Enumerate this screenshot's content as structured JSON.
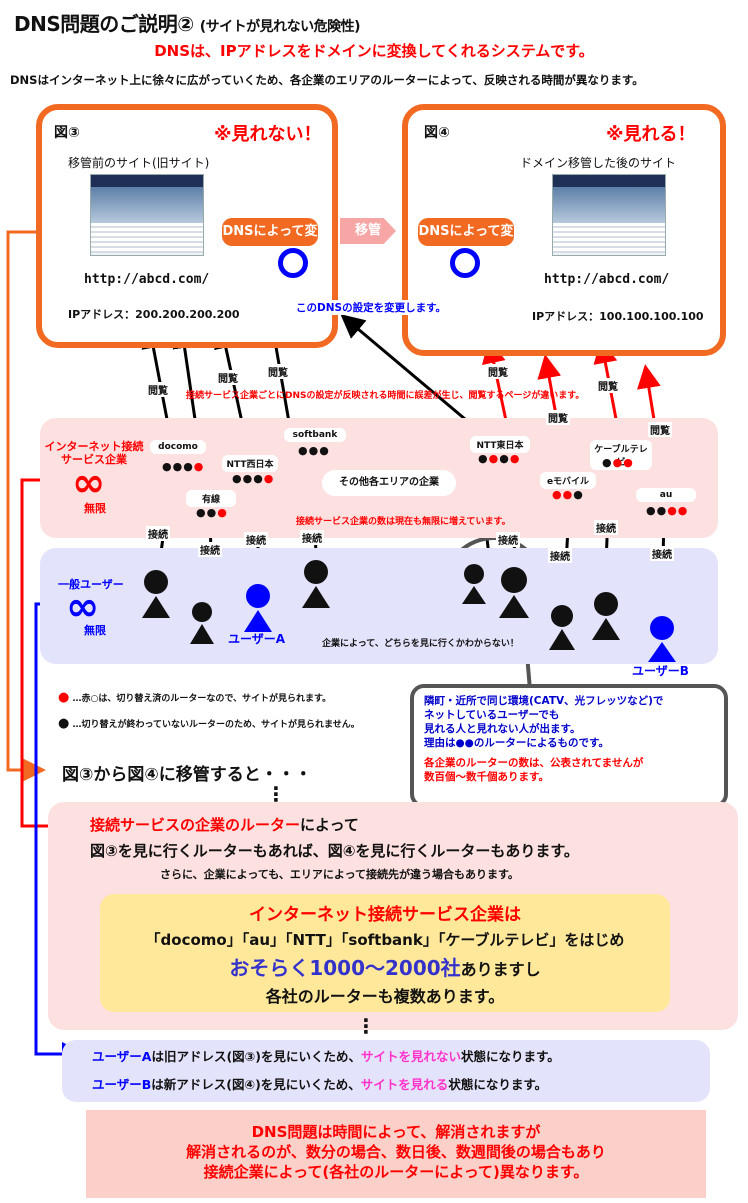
{
  "header": {
    "title": "DNS問題のご説明②",
    "title_sub": "(サイトが見れない危険性)",
    "subtitle": "DNSは、IPアドレスをドメインに変換してくれるシステムです。",
    "note": "DNSはインターネット上に徐々に広がっていくため、各企業のエリアのルーターによって、反映される時間が異なります。"
  },
  "fig3": {
    "label": "図③",
    "status": "※見れない！",
    "caption": "移管前のサイト(旧サイト)",
    "dns_bubble": "DNSによって変換",
    "url": "http://abcd.com/",
    "ip": "IPアドレス：200.200.200.200"
  },
  "fig4": {
    "label": "図④",
    "status": "※見れる！",
    "caption": "ドメイン移管した後のサイト",
    "dns_bubble": "DNSによって変換",
    "url": "http://abcd.com/",
    "ip": "IPアドレス：100.100.100.100"
  },
  "transfer_label": "移管",
  "dns_change_note": "このDNSの設定を変更します。",
  "isp_note": "接続サービス企業ごとにDNSの設定が反映される時間に誤差が生じ、閲覧するページが違います。",
  "isp_band": {
    "title": "インターネット接続サービス企業",
    "infinity": "∞",
    "unlimited": "無限",
    "isps": [
      "docomo",
      "有線",
      "NTT西日本",
      "softbank",
      "NTT東日本",
      "eモバイル",
      "ケーブルテレビ",
      "au"
    ],
    "other_area": "その他各エリアの企業",
    "growing_note": "接続サービス企業の数は現在も無限に増えています。"
  },
  "labels": {
    "browse": "閲覧",
    "connect": "接続"
  },
  "user_band": {
    "title": "一般ユーザー",
    "infinity": "∞",
    "unlimited": "無限",
    "user_a": "ユーザーA",
    "user_b": "ユーザーB",
    "unknown_note": "企業によって、どちらを見に行くかわからない！"
  },
  "legend": {
    "red": "…赤○は、切り替え済のルーターなので、サイトが見られます。",
    "black": "…切り替えが終わっていないルーターのため、サイトが見られません。"
  },
  "callout": {
    "line1": "隣町・近所で同じ環境(CATV、光フレッツなど)で",
    "line2": "ネットしているユーザーでも",
    "line3": "見れる人と見れない人が出ます。",
    "line4": "理由は●●のルーターによるものです。",
    "line5": "各企業のルーターの数は、公表されてませんが",
    "line6": "数百個～数千個あります。"
  },
  "flow": {
    "step1": "図③から図④に移管すると・・・",
    "ellipsis": "⋮",
    "step2_red": "接続サービスの企業のルーター",
    "step2_rest": "によって",
    "step2_line2": "図③を見に行くルーターもあれば、図④を見に行くルーターもあります。",
    "step2_line3": "さらに、企業によっても、エリアによって接続先が違う場合もあります。",
    "yellow_line1": "インターネット接続サービス企業は",
    "yellow_line2": "「docomo」「au」「NTT」「softbank」「ケーブルテレビ」をはじめ",
    "yellow_line3a": "おそらく1000～2000社",
    "yellow_line3b": "ありますし",
    "yellow_line4": "各社のルーターも複数あります。",
    "user_a_line_a": "ユーザーA",
    "user_a_line_b": "は旧アドレス(図③)を見にいくため、",
    "user_a_line_c": "サイトを見れない",
    "user_a_line_d": "状態になります。",
    "user_b_line_a": "ユーザーB",
    "user_b_line_b": "は新アドレス(図④)を見にいくため、",
    "user_b_line_c": "サイトを見れる",
    "user_b_line_d": "状態になります。"
  },
  "conclusion": {
    "line1": "DNS問題は時間によって、解消されますが",
    "line2": "解消されるのが、数分の場合、数日後、数週間後の場合もあり",
    "line3": "接続企業によって(各社のルーターによって)異なります。"
  },
  "colors": {
    "orange": "#f26a21",
    "red": "#ff0000",
    "blue": "#0000ff",
    "magenta": "#ff33cc",
    "pink_band": "#fde0e0",
    "blue_band": "#e3e3fb",
    "yellow": "#ffe89a"
  }
}
